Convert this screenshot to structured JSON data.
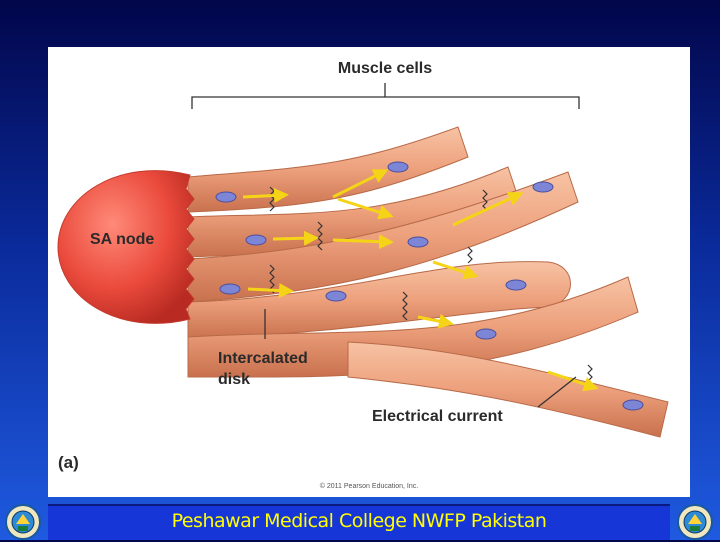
{
  "diagram": {
    "label_muscle_cells": "Muscle cells",
    "label_sa_node": "SA node",
    "label_intercalated_line1": "Intercalated",
    "label_intercalated_line2": "disk",
    "label_electrical_current": "Electrical current",
    "panel_letter": "(a)",
    "copyright": "© 2011 Pearson Education, Inc."
  },
  "footer": {
    "text": "Peshawar Medical College NWFP Pakistan"
  },
  "colors": {
    "background_top": "#02064a",
    "background_bottom": "#1f5ae0",
    "sa_node": "#e8413a",
    "muscle_fiber": "#eda07c",
    "nucleus": "#7d86d6",
    "arrow": "#f5d417",
    "footer_text": "#ffff00"
  },
  "icons": [
    "college-seal-icon-left",
    "college-seal-icon-right"
  ]
}
